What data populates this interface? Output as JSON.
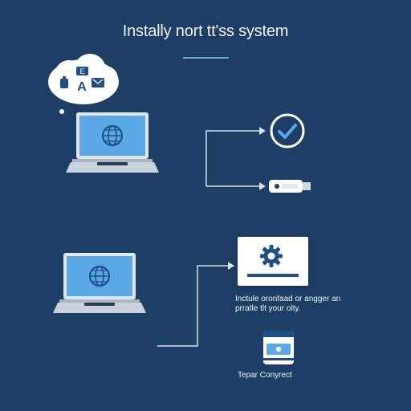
{
  "page": {
    "title": "Instally nort tt'ss system",
    "background": "#1d3f66",
    "accent": "#6fa6d8"
  },
  "cloud": {
    "icons": [
      "clipboard-icon",
      "image-icon",
      "text-a-icon",
      "mail-icon"
    ],
    "letter": "A",
    "glyph_2": "E"
  },
  "laptops": [
    {
      "icon": "globe-icon",
      "screen_color": "#5aa8e4"
    },
    {
      "icon": "globe-icon",
      "screen_color": "#5aa8e4"
    }
  ],
  "settings_card": {
    "icon": "gear-icon",
    "caption_line1": "Inctule oronfaad or angger an",
    "caption_line2": "prratle tlt your olty."
  },
  "drive_card": {
    "icon": "drive-icon",
    "label": "Tepar Conyrect"
  },
  "status_icons": [
    "check-circle-icon",
    "usb-drive-icon"
  ]
}
